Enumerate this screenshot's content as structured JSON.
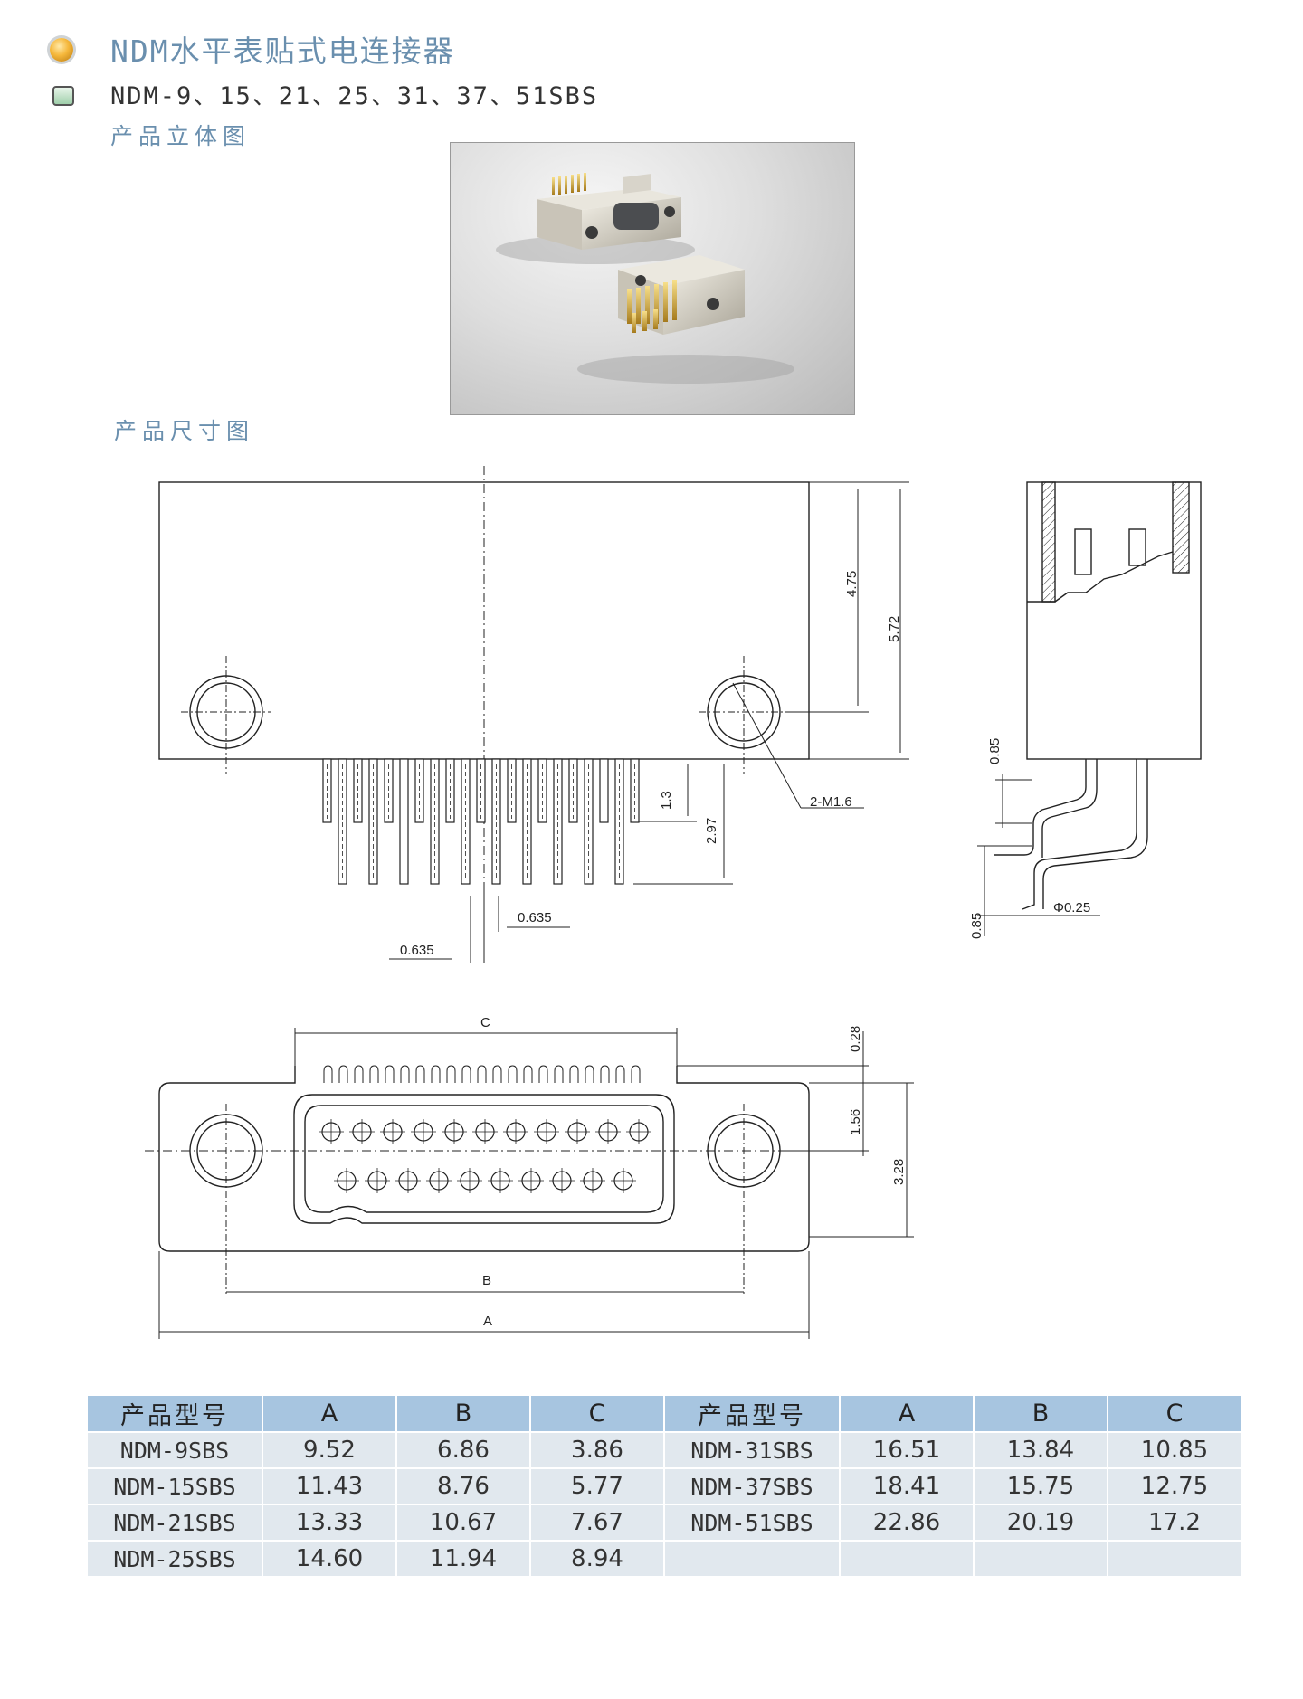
{
  "header": {
    "title": "NDM水平表贴式电连接器",
    "subtitle": "NDM-9、15、21、25、31、37、51SBS"
  },
  "sections": {
    "isometric": "产品立体图",
    "dimensions": "产品尺寸图"
  },
  "drawing": {
    "dim_475": "4.75",
    "dim_572": "5.72",
    "dim_13": "1.3",
    "dim_297": "2.97",
    "thread": "2-M1.6",
    "pitch_a": "0.635",
    "pitch_b": "0.635",
    "side_085_top": "0.85",
    "side_085_bottom": "0.85",
    "pin_dia": "Φ0.25",
    "dim_028": "0.28",
    "dim_156": "1.56",
    "dim_328": "3.28",
    "label_C": "C",
    "label_B": "B",
    "label_A": "A"
  },
  "table": {
    "headers": [
      "产品型号",
      "A",
      "B",
      "C",
      "产品型号",
      "A",
      "B",
      "C"
    ],
    "rows": [
      [
        "NDM-9SBS",
        "9.52",
        "6.86",
        "3.86",
        "NDM-31SBS",
        "16.51",
        "13.84",
        "10.85"
      ],
      [
        "NDM-15SBS",
        "11.43",
        "8.76",
        "5.77",
        "NDM-37SBS",
        "18.41",
        "15.75",
        "12.75"
      ],
      [
        "NDM-21SBS",
        "13.33",
        "10.67",
        "7.67",
        "NDM-51SBS",
        "22.86",
        "20.19",
        "17.2"
      ],
      [
        "NDM-25SBS",
        "14.60",
        "11.94",
        "8.94",
        "",
        "",
        "",
        ""
      ]
    ]
  }
}
